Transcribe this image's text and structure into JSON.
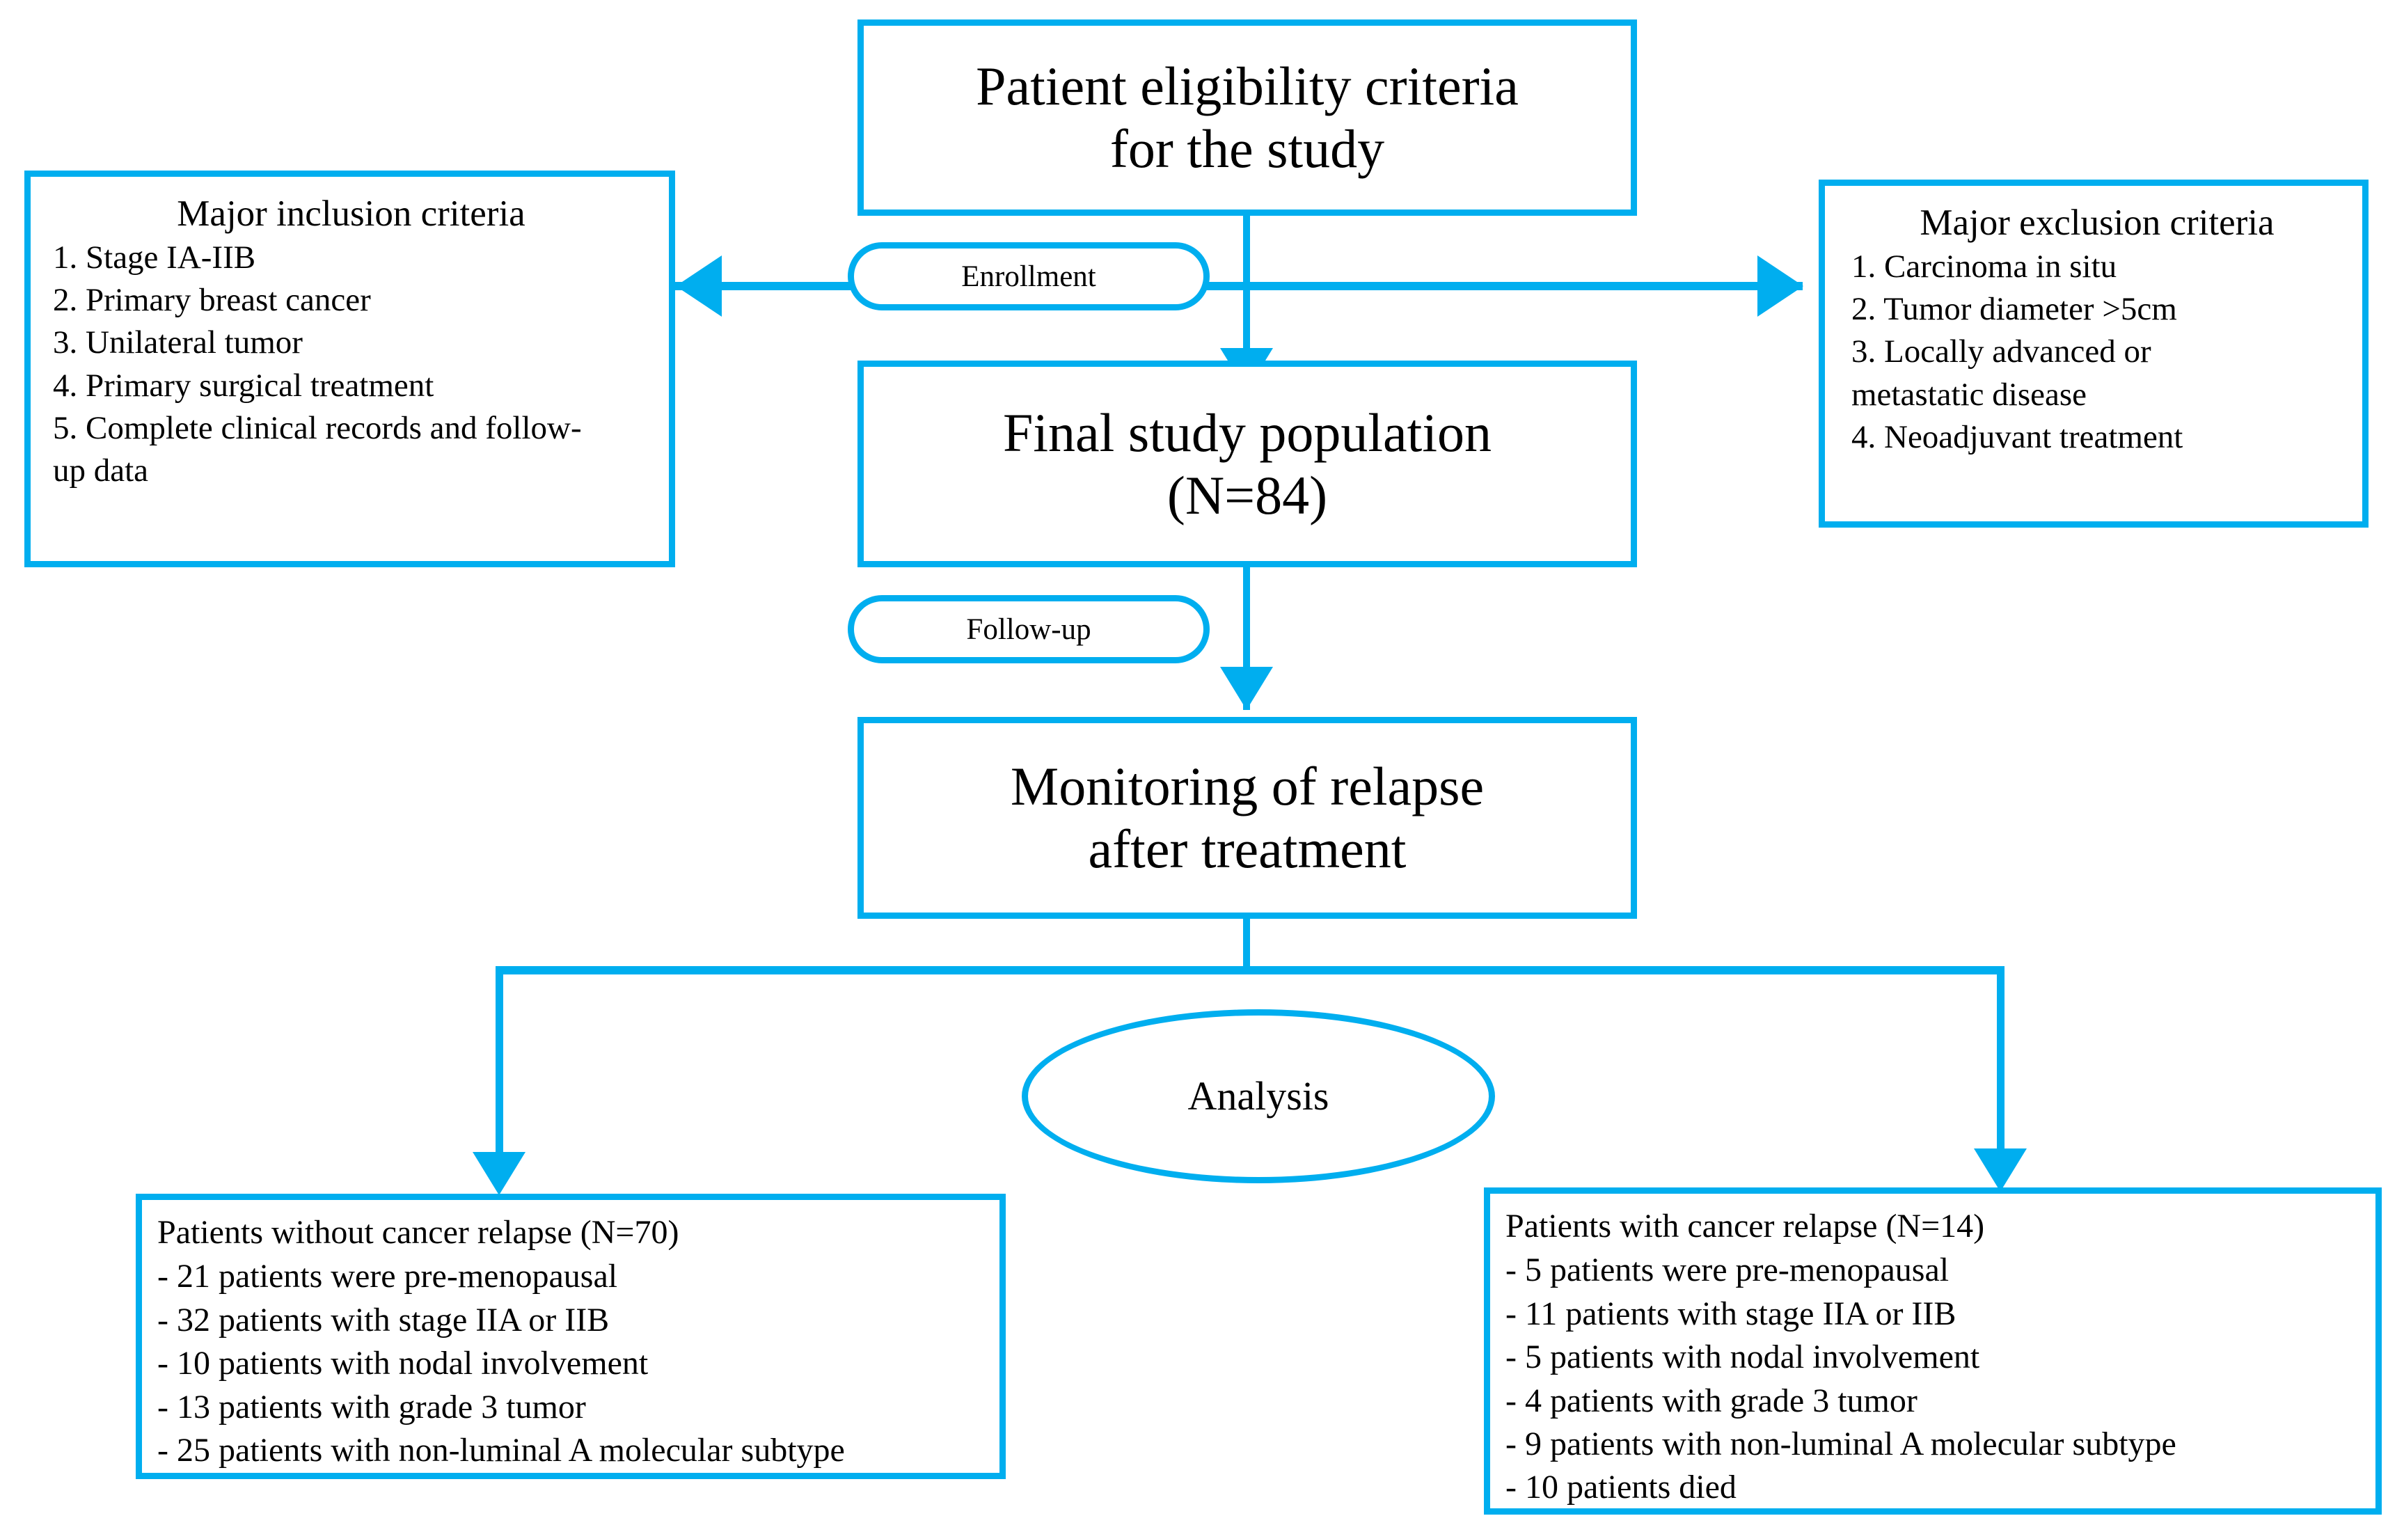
{
  "accent_color": "#00AEEF",
  "text_color": "#000000",
  "background_color": "#FFFFFF",
  "nodes": {
    "eligibility": {
      "lines": [
        "Patient eligibility criteria",
        "for the study"
      ]
    },
    "final_population": {
      "lines": [
        "Final study population",
        "(N=84)"
      ]
    },
    "monitoring": {
      "lines": [
        "Monitoring of relapse",
        "after treatment"
      ]
    }
  },
  "stage_labels": {
    "enrollment": "Enrollment",
    "follow_up": "Follow-up",
    "analysis": "Analysis"
  },
  "inclusion": {
    "title": "Major inclusion criteria",
    "items": [
      "1. Stage IA-IIB",
      "2. Primary breast cancer",
      "3. Unilateral tumor",
      "4. Primary surgical treatment",
      "5. Complete clinical records and follow-",
      "up data"
    ]
  },
  "exclusion": {
    "title": "Major exclusion criteria",
    "items": [
      "1. Carcinoma in situ",
      "2. Tumor diameter >5cm",
      "3. Locally advanced or",
      "metastatic disease",
      "4. Neoadjuvant treatment"
    ]
  },
  "outcome_no_relapse": {
    "title": "Patients  without cancer relapse (N=70)",
    "items": [
      "- 21 patients were pre-menopausal",
      "- 32 patients with stage IIA or IIB",
      "- 10 patients with nodal involvement",
      "- 13 patients with grade 3 tumor",
      "- 25 patients with non-luminal A molecular subtype"
    ]
  },
  "outcome_relapse": {
    "title": "Patients  with cancer relapse (N=14)",
    "items": [
      "- 5 patients were pre-menopausal",
      "- 11 patients with stage IIA or IIB",
      "- 5 patients with nodal involvement",
      "- 4 patients with grade 3 tumor",
      "- 9 patients with non-luminal A molecular subtype",
      "- 10 patients died"
    ]
  }
}
